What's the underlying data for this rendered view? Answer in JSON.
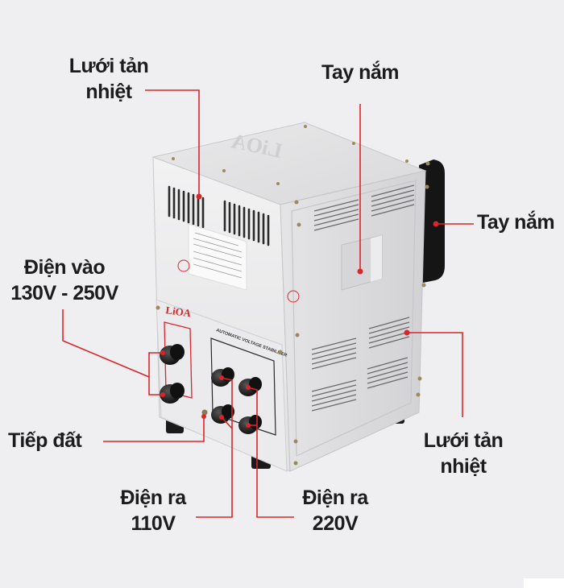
{
  "diagram": {
    "subject": "LiOA automatic voltage stabilizer (rear/side view)",
    "brand_on_panel": "LiOA",
    "panel_title": "AUTOMATIC VOLTAGE STABILIZER",
    "accent_color": "#d9262b",
    "background_color": "#efeff1",
    "callouts": [
      {
        "id": "vent-top",
        "lines": [
          "Lưới tản",
          "nhiệt"
        ]
      },
      {
        "id": "handle-top",
        "lines": [
          "Tay nắm"
        ]
      },
      {
        "id": "handle-right",
        "lines": [
          "Tay nắm"
        ]
      },
      {
        "id": "input",
        "lines": [
          "Điện vào",
          "130V - 250V"
        ]
      },
      {
        "id": "ground",
        "lines": [
          "Tiếp đất"
        ]
      },
      {
        "id": "vent-side",
        "lines": [
          "Lưới tản",
          "nhiệt"
        ]
      },
      {
        "id": "out-110",
        "lines": [
          "Điện ra",
          "110V"
        ]
      },
      {
        "id": "out-220",
        "lines": [
          "Điện ra",
          "220V"
        ]
      }
    ]
  }
}
